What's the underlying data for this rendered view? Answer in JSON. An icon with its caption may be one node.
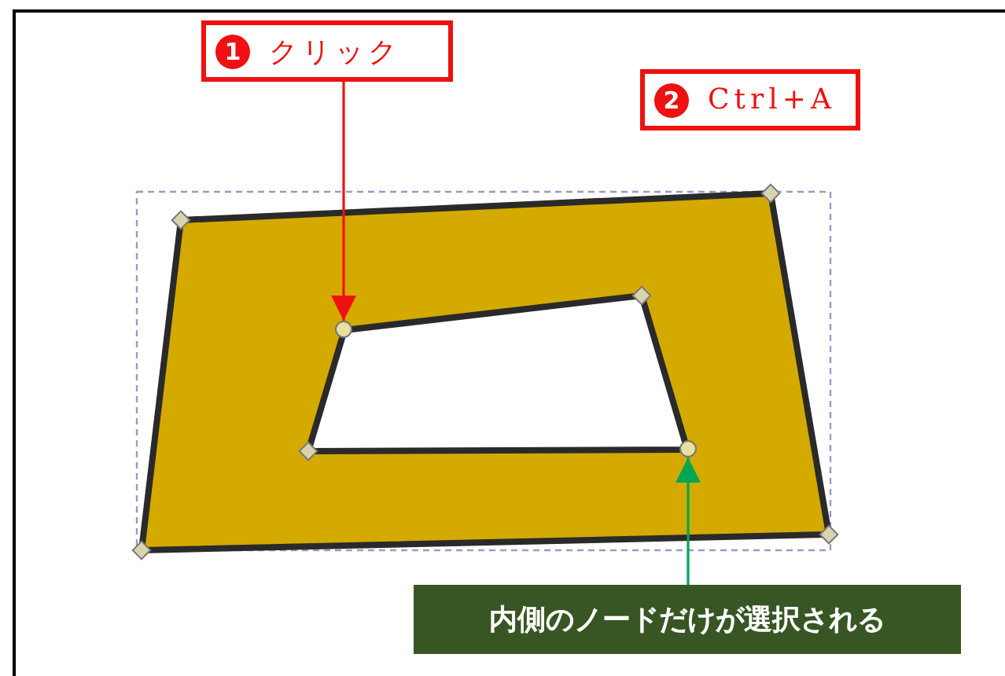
{
  "diagram": {
    "nodes": [
      {
        "text": [
          "1",
          "クリック"
        ]
      },
      {
        "text": [
          "2",
          "Ctrl+A"
        ]
      },
      {
        "text": [],
        "shape": "circle"
      },
      {
        "text": [],
        "shape": "circle"
      },
      {
        "text": [
          "内側のノードだけが選択される"
        ]
      }
    ],
    "edges": [
      {
        "from": 0,
        "to": 2,
        "arrow": "to",
        "color": "#ee1111"
      },
      {
        "from": 4,
        "to": 3,
        "arrow": "to",
        "color": "#00a651"
      }
    ]
  }
}
